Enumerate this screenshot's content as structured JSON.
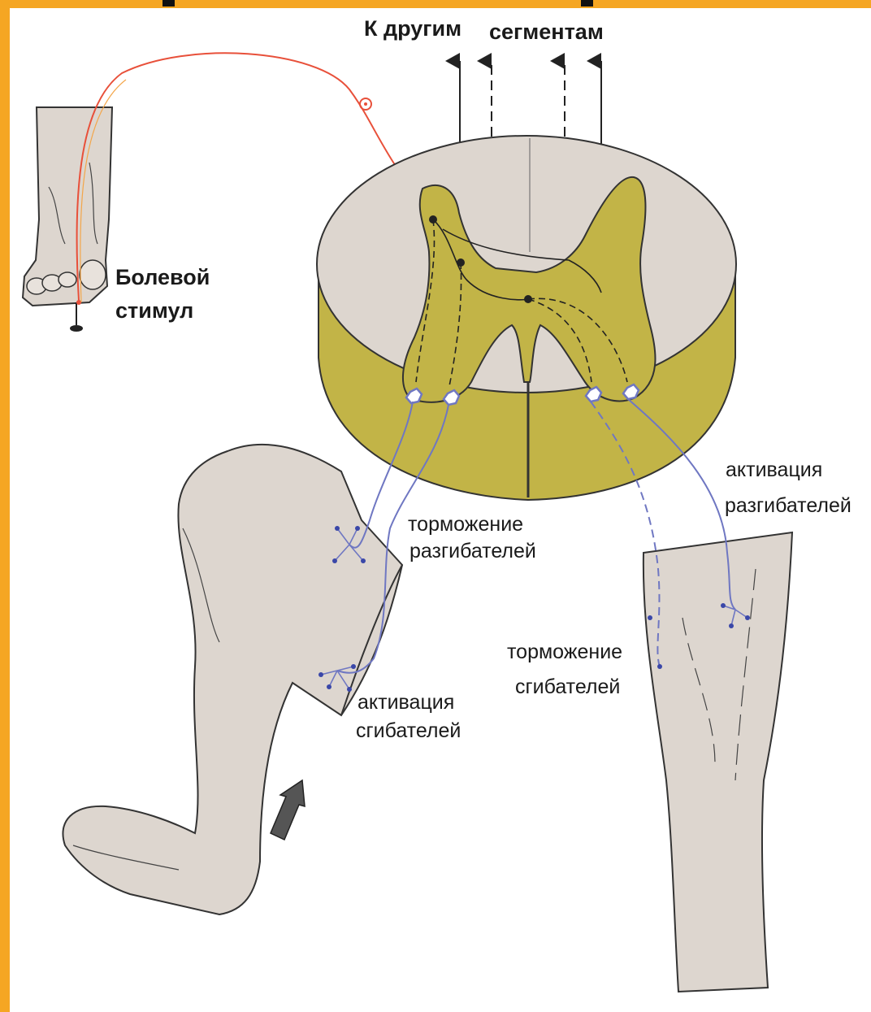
{
  "labels": {
    "to_other": "К другим",
    "segments": "сегментам",
    "pain_line1": "Болевой",
    "pain_line2": "стимул",
    "extensor_activation_1": "активация",
    "extensor_activation_2": "разгибателей",
    "extensor_inhibition_1": "торможение",
    "extensor_inhibition_2": "разгибателей",
    "flexor_inhibition_1": "торможение",
    "flexor_inhibition_2": "сгибателей",
    "flexor_activation_1": "активация",
    "flexor_activation_2": "сгибателей"
  },
  "colors": {
    "orange_frame": "#f5a623",
    "skin": "#ddd6cf",
    "grey_matter": "#c2b447",
    "white_matter": "#ddd6cf",
    "afferent": "#e8503a",
    "efferent": "#6f77c2",
    "outline": "#333333"
  }
}
